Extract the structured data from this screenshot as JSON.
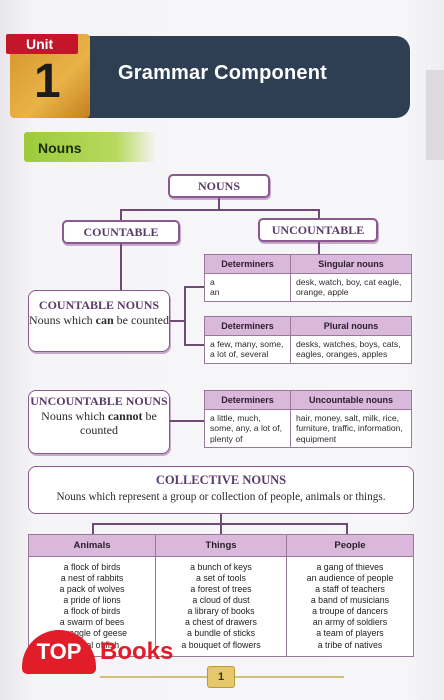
{
  "header": {
    "unit_label": "Unit",
    "unit_number": "1",
    "title": "Grammar Component"
  },
  "section_tab": "Nouns",
  "tree": {
    "root": "NOUNS",
    "left": "COUNTABLE",
    "right": "UNCOUNTABLE"
  },
  "countable": {
    "title": "COUNTABLE NOUNS",
    "desc_pre": "Nouns which ",
    "desc_bold": "can",
    "desc_post": " be counted",
    "singular_table": {
      "headers": [
        "Determiners",
        "Singular nouns"
      ],
      "determiners": [
        "a",
        "an"
      ],
      "nouns": "desk, watch, boy, cat eagle, orange, apple"
    },
    "plural_table": {
      "headers": [
        "Determiners",
        "Plural nouns"
      ],
      "determiners": "a few, many, some, a lot of, several",
      "nouns": "desks, watches, boys, cats, eagles, oranges, apples"
    }
  },
  "uncountable": {
    "title": "UNCOUNTABLE NOUNS",
    "desc_pre": "Nouns which ",
    "desc_bold": "cannot",
    "desc_post": " be counted",
    "table": {
      "headers": [
        "Determiners",
        "Uncountable nouns"
      ],
      "determiners": "a little, much, some, any, a lot of, plenty of",
      "nouns": "hair, money, salt, milk, rice, furniture, traffic, information, equipment"
    }
  },
  "collective": {
    "title": "COLLECTIVE NOUNS",
    "desc": "Nouns which represent a group or collection of people, animals or things.",
    "headers": [
      "Animals",
      "Things",
      "People"
    ],
    "animals": [
      "a flock of birds",
      "a nest of rabbits",
      "a pack of wolves",
      "a pride of lions",
      "a flock of birds",
      "a swarm of bees",
      "a gaggle of geese",
      "a shoal of fish"
    ],
    "things": [
      "a bunch of keys",
      "a set of tools",
      "a forest of trees",
      "a cloud of dust",
      "a library of books",
      "a chest of drawers",
      "a bundle of sticks",
      "a bouquet of flowers"
    ],
    "people": [
      "a gang of thieves",
      "an audience of people",
      "a staff of teachers",
      "a band of musicians",
      "a troupe of dancers",
      "an army of soldiers",
      "a team of players",
      "a tribe of natives"
    ]
  },
  "page_number": "1",
  "watermark": {
    "top": "TOP",
    "books": "Books"
  },
  "colors": {
    "header_band": "#2e3f54",
    "accent_purple": "#8a5a8e",
    "table_header": "#d9b8dc",
    "tab_green": "#9ccb3c",
    "unit_red": "#c4162a",
    "unit_gold": "#e9b348"
  }
}
